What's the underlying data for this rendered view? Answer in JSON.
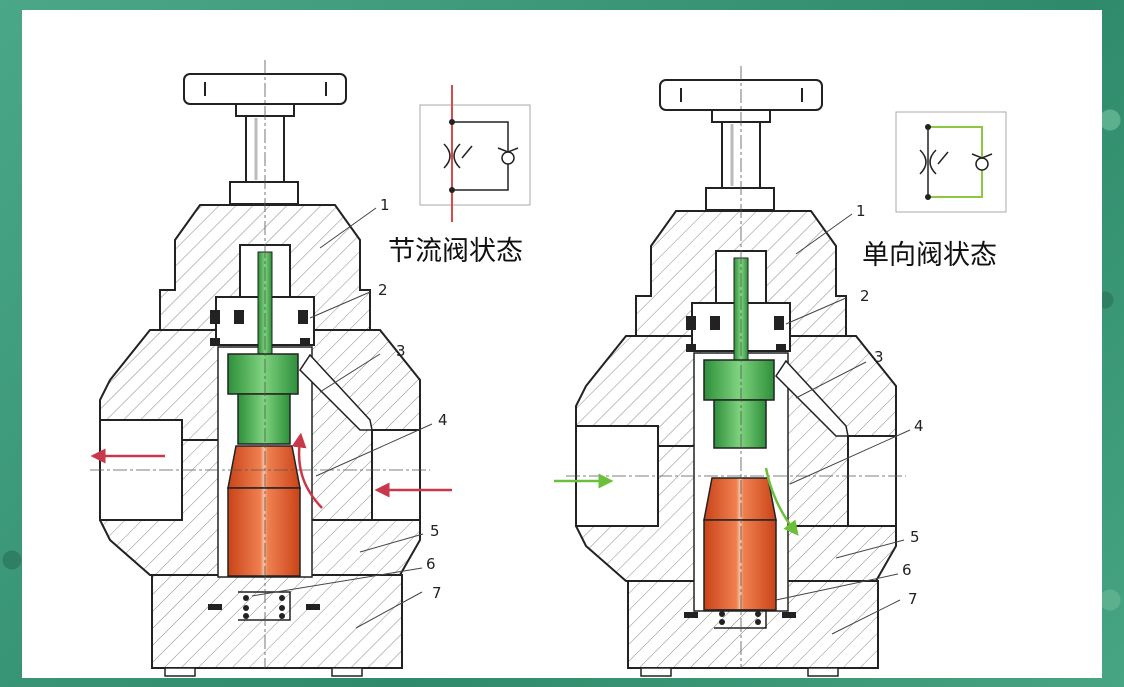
{
  "diagrams": [
    {
      "title": "节流阀状态",
      "labels": [
        "1",
        "2",
        "3",
        "4",
        "5",
        "6",
        "7"
      ],
      "symbol_color": "#d94b4b",
      "flow_color": "#c8384a"
    },
    {
      "title": "单向阀状态",
      "labels": [
        "1",
        "2",
        "3",
        "4",
        "5",
        "6",
        "7"
      ],
      "symbol_color": "#8dc63f",
      "flow_color": "#6bbf3a"
    }
  ],
  "colors": {
    "valve_core": "#e2572c",
    "stem": "#3aaa4a",
    "outline": "#222222"
  }
}
